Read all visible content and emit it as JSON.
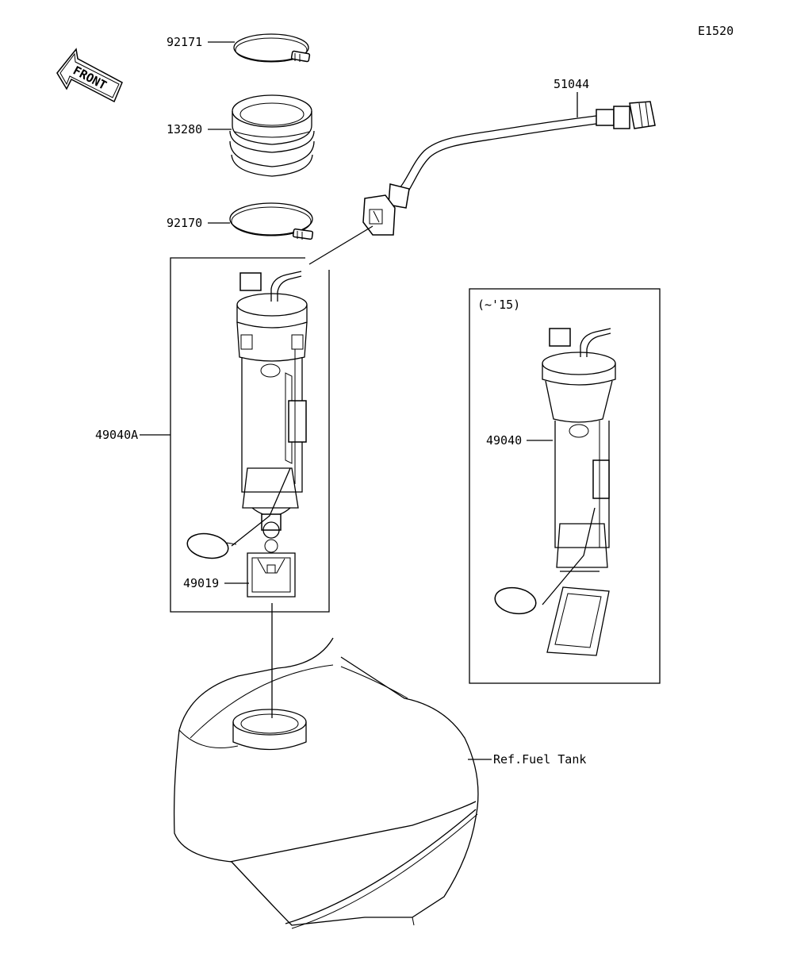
{
  "diagram_code": "E1520",
  "front_label": "FRONT",
  "variant_note": "(~'15)",
  "parts": {
    "clamp_upper": "92171",
    "grommet": "13280",
    "clamp_lower": "92170",
    "hose": "51044",
    "pump_assy_a": "49040A",
    "filter": "49019",
    "pump_assy": "49040",
    "ref_tank": "Ref.Fuel Tank"
  }
}
